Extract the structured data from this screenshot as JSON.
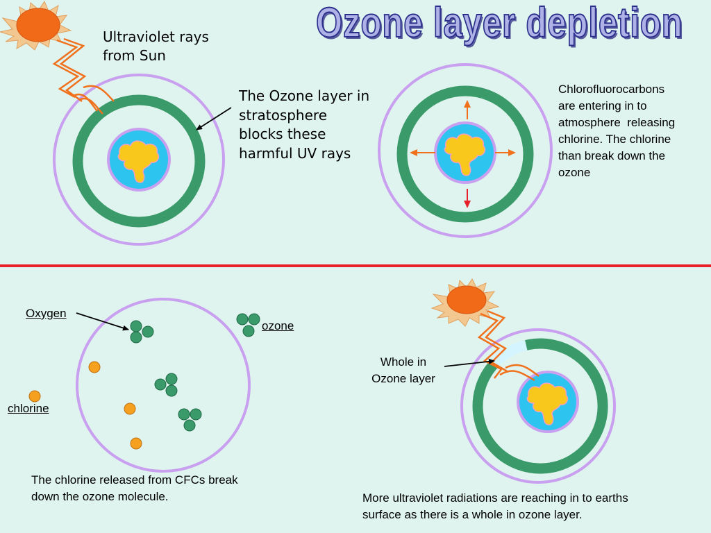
{
  "title": "Ozone layer depletion",
  "panel1": {
    "uv_label_line1": "Ultraviolet rays",
    "uv_label_line2": "from Sun",
    "ozone_label_line1": "The Ozone layer in",
    "ozone_label_line2": "stratosphere",
    "ozone_label_line3": "blocks these",
    "ozone_label_line4": "harmful UV rays"
  },
  "panel2": {
    "cfc_line1": "Chlorofluorocarbons",
    "cfc_line2": "are entering in to",
    "cfc_line3": "atmosphere  releasing",
    "cfc_line4": "chlorine. The chlorine",
    "cfc_line5": "than break down the",
    "cfc_line6": "ozone"
  },
  "panel3": {
    "oxygen_label": "Oxygen",
    "ozone_label": "ozone",
    "chlorine_label": "chlorine",
    "caption_line1": "The chlorine released from CFCs break",
    "caption_line2": "down the ozone molecule."
  },
  "panel4": {
    "hole_line1": "Whole in",
    "hole_line2": "Ozone layer",
    "caption_line1": "More ultraviolet radiations are reaching in to earths",
    "caption_line2": "surface as there is a whole in ozone layer."
  },
  "colors": {
    "background": "#dff4ee",
    "ozone_ring": "#3a9a6a",
    "atmosphere_ring": "#c9a0f0",
    "ocean": "#2ec4f0",
    "land": "#f8c81c",
    "sun": "#f06a18",
    "divider": "#e8202a",
    "chlorine": "#f6a020",
    "oxygen": "#3a9a6a"
  }
}
